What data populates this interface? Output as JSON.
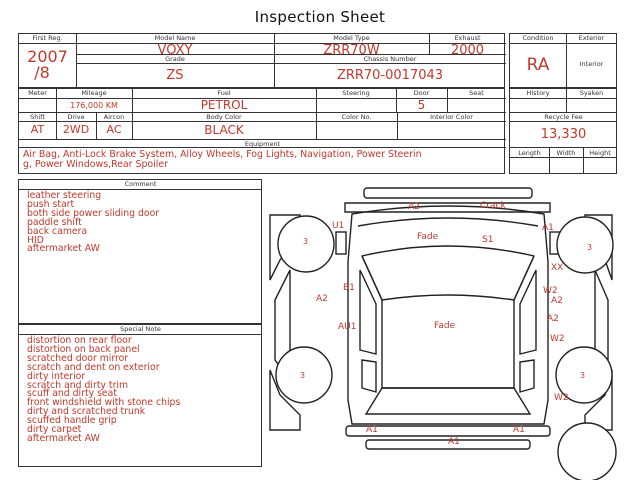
{
  "title": "Inspection Sheet",
  "vehicle": {
    "first_reg_label": "First Reg.",
    "first_reg_line1": "2007",
    "first_reg_line2": "/8",
    "model_name_label": "Model Name",
    "model_name": "VOXY",
    "model_type_label": "Model Type",
    "model_type": "ZRR70W",
    "exhaust_label": "Exhaust",
    "exhaust": "2000",
    "grade_label": "Grade",
    "grade": "ZS",
    "chassis_label": "Chassis Number",
    "chassis": "ZRR70-0017043",
    "condition_label": "Condition",
    "condition": "RA",
    "exterior_label": "Exterior",
    "interior_label": "Interior",
    "meter_label": "Meter",
    "mileage_label": "Mileage",
    "mileage": "176,000 KM",
    "fuel_label": "Fuel",
    "fuel": "PETROL",
    "steering_label": "Steering",
    "door_label": "Door",
    "door": "5",
    "seat_label": "Seat",
    "history_label": "History",
    "syaken_label": "Syaken",
    "shift_label": "Shift",
    "shift": "AT",
    "drive_label": "Drive",
    "drive": "2WD",
    "aircon_label": "Aircon",
    "aircon": "AC",
    "body_color_label": "Body Color",
    "body_color": "BLACK",
    "color_no_label": "Color No.",
    "interior_color_label": "Interior Color",
    "recycle_fee_label": "Recycle Fee",
    "recycle_fee": "13,330",
    "equipment_label": "Equipment",
    "equipment_line1": "Air Bag, Anti-Lock Brake System, Alloy Wheels, Fog Lights, Navigation, Power Steerin",
    "equipment_line2": "g, Power Windows,Rear Spoiler",
    "length_label": "Length",
    "width_label": "Width",
    "height_label": "Height"
  },
  "comment": {
    "label": "Comment",
    "items": [
      "leather steering",
      "push start",
      "both side power sliding door",
      "paddle shift",
      "back camera",
      "HID",
      "aftermarket AW"
    ]
  },
  "special_note": {
    "label": "Special Note",
    "items": [
      "distortion on rear floor",
      "distortion on back panel",
      "scratched door mirror",
      "scratch and dent on exterior",
      "dirty interior",
      "scratch and dirty trim",
      "scuff and dirty seat",
      "front windshield with stone chips",
      "dirty and scratched trunk",
      "scuffed handle grip",
      "dirty carpet",
      "aftermarket AW"
    ]
  },
  "diagram_marks": {
    "a2_top": "A2",
    "crack": "Crack",
    "u1": "U1",
    "fade_top": "Fade",
    "s1": "S1",
    "a1_right": "A1",
    "wheel_fl": "3",
    "wheel_fr": "3",
    "xx": "XX",
    "b1": "B1",
    "a2_left": "A2",
    "w2_right": "W2",
    "a2_right": "A2",
    "au1": "AU1",
    "fade_mid": "Fade",
    "a2_right2": "A2",
    "w2_right2": "W2",
    "wheel_rl": "3",
    "wheel_rr": "3",
    "w2_right3": "W2",
    "a1_bl": "A1",
    "a1_br": "A1",
    "a1_bottom": "A1"
  }
}
